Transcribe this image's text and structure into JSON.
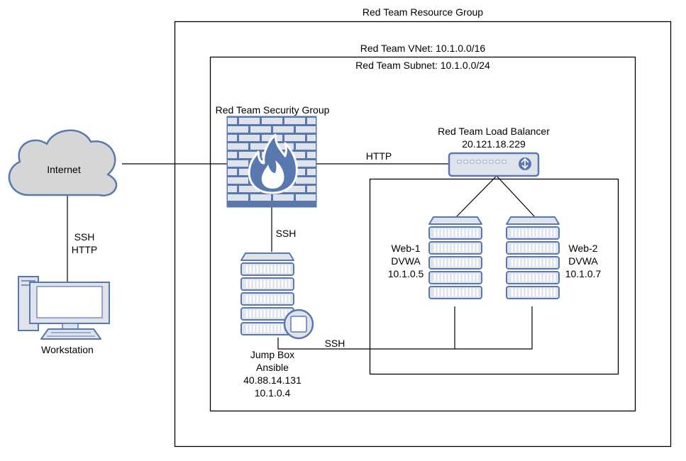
{
  "resource_group": {
    "label": "Red Team Resource Group"
  },
  "vnet": {
    "label": "Red Team VNet: 10.1.0.0/16"
  },
  "subnet": {
    "label": "Red Team Subnet: 10.1.0.0/24"
  },
  "internet": {
    "label": "Internet",
    "icon": "cloud-icon"
  },
  "workstation": {
    "label": "Workstation",
    "icon": "computer-icon"
  },
  "security_group": {
    "label": "Red Team Security Group",
    "icon": "firewall-icon"
  },
  "load_balancer": {
    "name": "Red Team Load Balancer",
    "ip": "20.121.18.229",
    "icon": "load-balancer-icon"
  },
  "jump_box": {
    "lines": [
      "Jump Box",
      "Ansible",
      "40.88.14.131",
      "10.1.0.4"
    ],
    "icon": "server-icon"
  },
  "web1": {
    "lines": [
      "Web-1",
      "DVWA",
      "10.1.0.5"
    ],
    "icon": "server-icon"
  },
  "web2": {
    "lines": [
      "Web-2",
      "DVWA",
      "10.1.0.7"
    ],
    "icon": "server-icon"
  },
  "connections": {
    "internet_workstation": [
      "SSH",
      "HTTP"
    ],
    "firewall_lb": "HTTP",
    "firewall_jumpbox": "SSH",
    "jumpbox_webs": "SSH"
  },
  "colors": {
    "device_fill": "#dfe4ec",
    "device_stroke": "#5a78b0",
    "cloud_fill": "#d6d6d6",
    "line": "#000000"
  }
}
